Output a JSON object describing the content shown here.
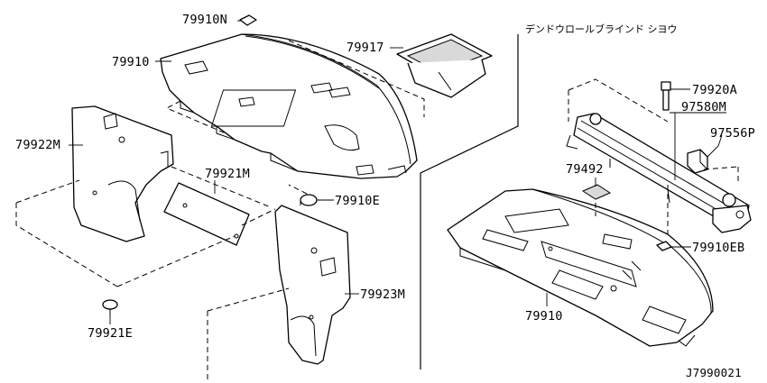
{
  "header_note": "デンドウロールブラインド シヨウ",
  "diagram_code": "J7990021",
  "parts": {
    "p79910N": "79910N",
    "p79910": "79910",
    "p79917": "79917",
    "p79922M": "79922M",
    "p79921M": "79921M",
    "p79910E": "79910E",
    "p79923M": "79923M",
    "p79921E": "79921E",
    "p79920A": "79920A",
    "p97580M": "97580M",
    "p97556P": "97556P",
    "p79492": "79492",
    "p79910EB": "79910EB",
    "p79910b": "79910"
  }
}
